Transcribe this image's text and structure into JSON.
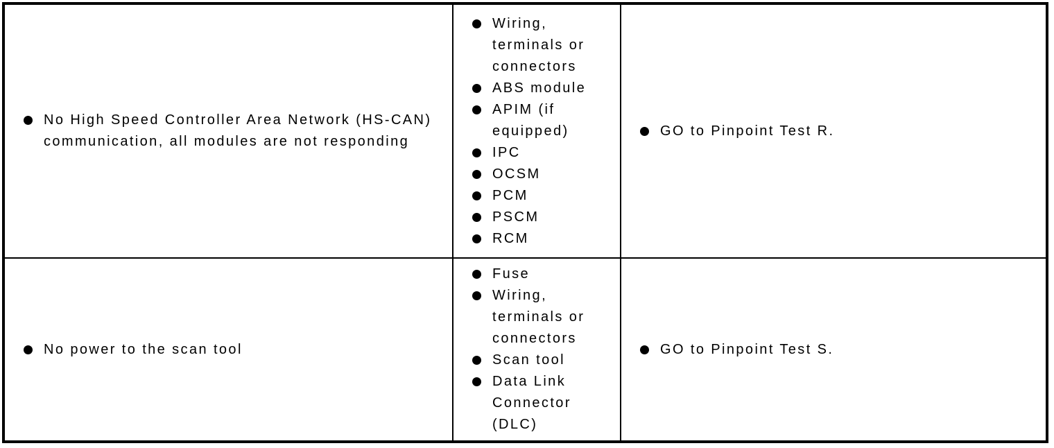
{
  "colors": {
    "border": "#000000",
    "text": "#000000",
    "background": "#ffffff"
  },
  "table": {
    "rows": [
      {
        "condition": "No High Speed Controller Area Network (HS-CAN) communication, all modules are not responding",
        "possible_sources": [
          "Wiring, terminals or connectors",
          "ABS module",
          "APIM (if equipped)",
          "IPC",
          "OCSM",
          "PCM",
          "PSCM",
          "RCM"
        ],
        "action": "GO to Pinpoint Test R."
      },
      {
        "condition": "No power to the scan tool",
        "possible_sources": [
          "Fuse",
          "Wiring, terminals or connectors",
          "Scan tool",
          "Data Link Connector (DLC)"
        ],
        "action": "GO to Pinpoint Test S."
      }
    ]
  }
}
